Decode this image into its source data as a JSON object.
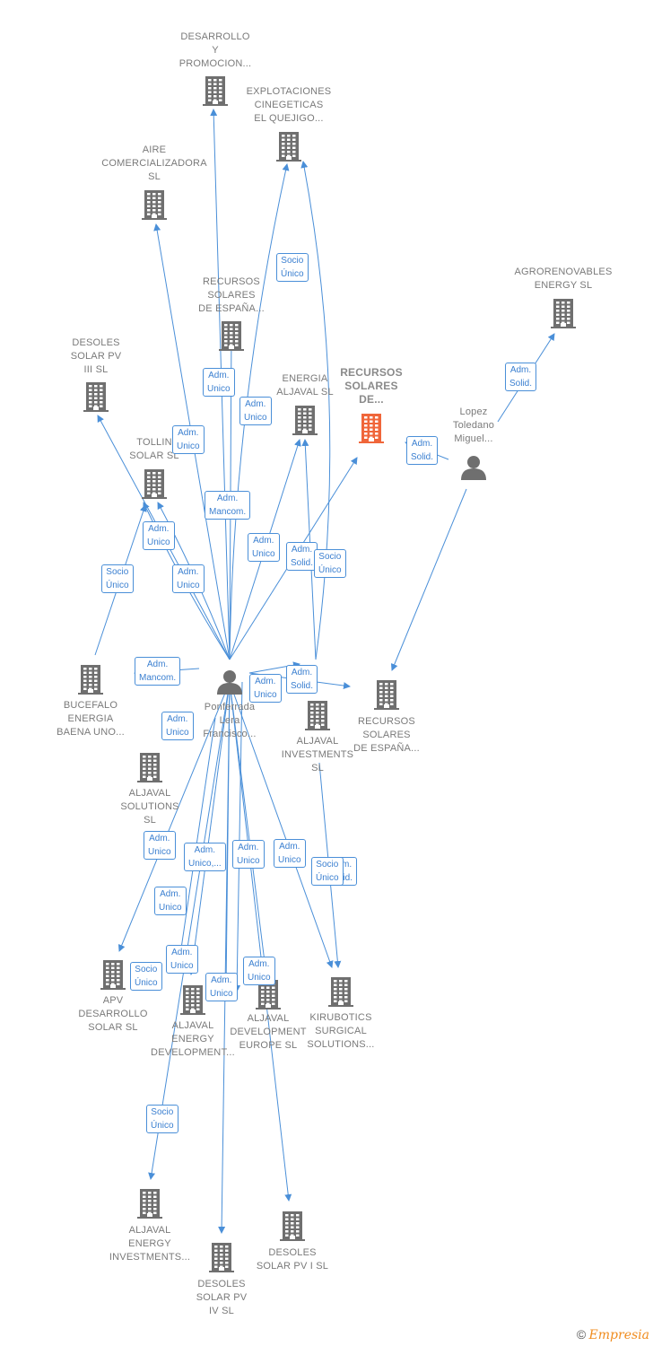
{
  "colors": {
    "edge": "#4a8fd8",
    "building": "#6f6f6f",
    "focus": "#f0663a",
    "person": "#6f6f6f"
  },
  "nodes": [
    {
      "id": "desarrollo",
      "label": "DESARROLLO\nY\nPROMOCION...",
      "type": "company"
    },
    {
      "id": "explotaciones",
      "label": "EXPLOTACIONES\nCINEGETICAS\nEL QUEJIGO...",
      "type": "company"
    },
    {
      "id": "aire",
      "label": "AIRE\nCOMERCIALIZADORA\nSL",
      "type": "company"
    },
    {
      "id": "agrorenovables",
      "label": "AGRORENOVABLES\nENERGY  SL",
      "type": "company"
    },
    {
      "id": "recursos_top",
      "label": "RECURSOS\nSOLARES\nDE ESPAÑA...",
      "type": "company"
    },
    {
      "id": "desoles3",
      "label": "DESOLES\nSOLAR PV\nIII  SL",
      "type": "company"
    },
    {
      "id": "energia",
      "label": "ENERGIA\nALJAVAL  SL",
      "type": "company"
    },
    {
      "id": "recursos_focus",
      "label": "RECURSOS\nSOLARES\nDE...",
      "type": "focus"
    },
    {
      "id": "lopez",
      "label": "Lopez\nToledano\nMiguel...",
      "type": "person"
    },
    {
      "id": "tollin",
      "label": "TOLLIN\nSOLAR  SL",
      "type": "company"
    },
    {
      "id": "bucefalo",
      "label": "BUCEFALO\nENERGIA\nBAENA UNO...",
      "type": "company"
    },
    {
      "id": "ponferrada",
      "label": "Ponferrada\nLera\nFrancisco...",
      "type": "person"
    },
    {
      "id": "aljaval_inv",
      "label": "ALJAVAL\nINVESTMENTS\nSL",
      "type": "company"
    },
    {
      "id": "recursos_right",
      "label": "RECURSOS\nSOLARES\nDE ESPAÑA...",
      "type": "company"
    },
    {
      "id": "aljaval_sol",
      "label": "ALJAVAL\nSOLUTIONS\nSL",
      "type": "company"
    },
    {
      "id": "apv",
      "label": "APV\nDESARROLLO\nSOLAR  SL",
      "type": "company"
    },
    {
      "id": "aljaval_energy_dev",
      "label": "ALJAVAL\nENERGY\nDEVELOPMENT...",
      "type": "company"
    },
    {
      "id": "aljaval_dev_europe",
      "label": "ALJAVAL\nDEVELOPMENT\nEUROPE  SL",
      "type": "company"
    },
    {
      "id": "kirubotics",
      "label": "KIRUBOTICS\nSURGICAL\nSOLUTIONS...",
      "type": "company"
    },
    {
      "id": "aljaval_energy_inv",
      "label": "ALJAVAL\nENERGY\nINVESTMENTS...",
      "type": "company"
    },
    {
      "id": "desoles1",
      "label": "DESOLES\nSOLAR PV I  SL",
      "type": "company"
    },
    {
      "id": "desoles4",
      "label": "DESOLES\nSOLAR PV\nIV  SL",
      "type": "company"
    }
  ],
  "tags": [
    "Socio\nÚnico",
    "Adm.\nSolid.",
    "Adm.\nUnico",
    "Adm.\nUnico",
    "Adm.\nSolid.",
    "Adm.\nUnico",
    "Adm.\nMancom.",
    "Adm.\nUnico",
    "Adm.\nUnico",
    "Adm.\nSolid.",
    "Adm.\nUnico",
    "Socio\nÚnico",
    "Adm.\nUnico",
    "Adm.\nSolid.",
    "Adm.\nMancom.",
    "Adm.\nUnico",
    "Adm.\nSolid.",
    "Adm.\nUnico",
    "Adm.\nUnico",
    "Adm.\nUnico,...",
    "Adm.\nUnico",
    "Adm.\nUnico",
    "Socio\nÚnico",
    "Socio\nÚnico",
    "Adm.\nUnico",
    "Socio\nÚnico",
    "Adm.\nUnico",
    "Adm.\nUnico",
    "Socio\nÚnico"
  ],
  "footer": {
    "copyright": "©",
    "brand": "Empresia"
  }
}
